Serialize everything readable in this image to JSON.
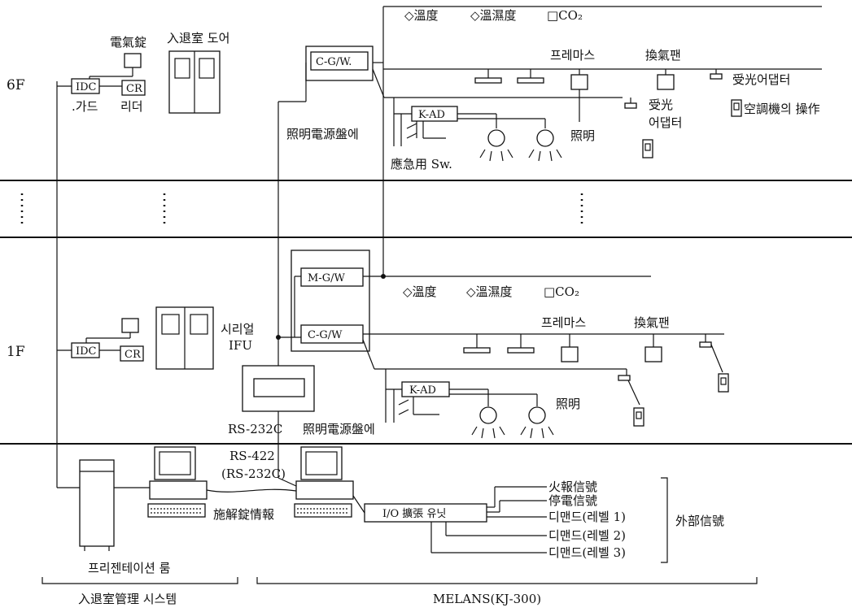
{
  "floors": {
    "f6": "6F",
    "f1": "1F"
  },
  "labels": {
    "f6_electric_lock": "電氣錠",
    "f6_door": "入退室 도어",
    "f6_idc": "IDC",
    "f6_cr": "CR",
    "f6_guard": ".가드",
    "f6_reader": "리더",
    "f6_cgw": "C-G/W.",
    "f6_temp": "◇溫度",
    "f6_temp_humid": "◇溫濕度",
    "f6_co2": "□CO₂",
    "f6_premas": "프레마스",
    "f6_fan": "換氣팬",
    "f6_receiver_adapter": "受光어댑터",
    "f6_aircon_op": "空調機의 操作",
    "f6_kad": "K-AD",
    "f6_receiver_light": "受光",
    "f6_adapter": "어댑터",
    "f6_lighting": "照明",
    "f6_lighting_panel": "照明電源盤에",
    "f6_emergency_sw": "應急用 Sw.",
    "f1_mgw": "M-G/W",
    "f1_cgw": "C-G/W",
    "f1_temp": "◇溫度",
    "f1_temp_humid": "◇溫濕度",
    "f1_co2": "□CO₂",
    "f1_premas": "프레마스",
    "f1_fan": "換氣팬",
    "f1_idc": "IDC",
    "f1_cr": "CR",
    "f1_serial": "시리얼",
    "f1_ifu": "IFU",
    "f1_kad": "K-AD",
    "f1_lighting": "照明",
    "f1_lighting_panel": "照明電源盤에",
    "f1_rs232c": "RS-232C",
    "rs422": "RS-422",
    "rs232c_paren": "(RS-232C)",
    "unlock_info": "施解錠情報",
    "io_unit": "I/O 擴張 유닛",
    "fire_signal": "火報信號",
    "power_fail_signal": "停電信號",
    "demand1": "디맨드(레벨 1)",
    "demand2": "디맨드(레벨 2)",
    "demand3": "디맨드(레벨 3)",
    "external_signal": "外部信號",
    "presentation_room": "프리젠테이션 룸",
    "access_system": "入退室管理 시스템",
    "melans": "MELANS(KJ-300)"
  }
}
